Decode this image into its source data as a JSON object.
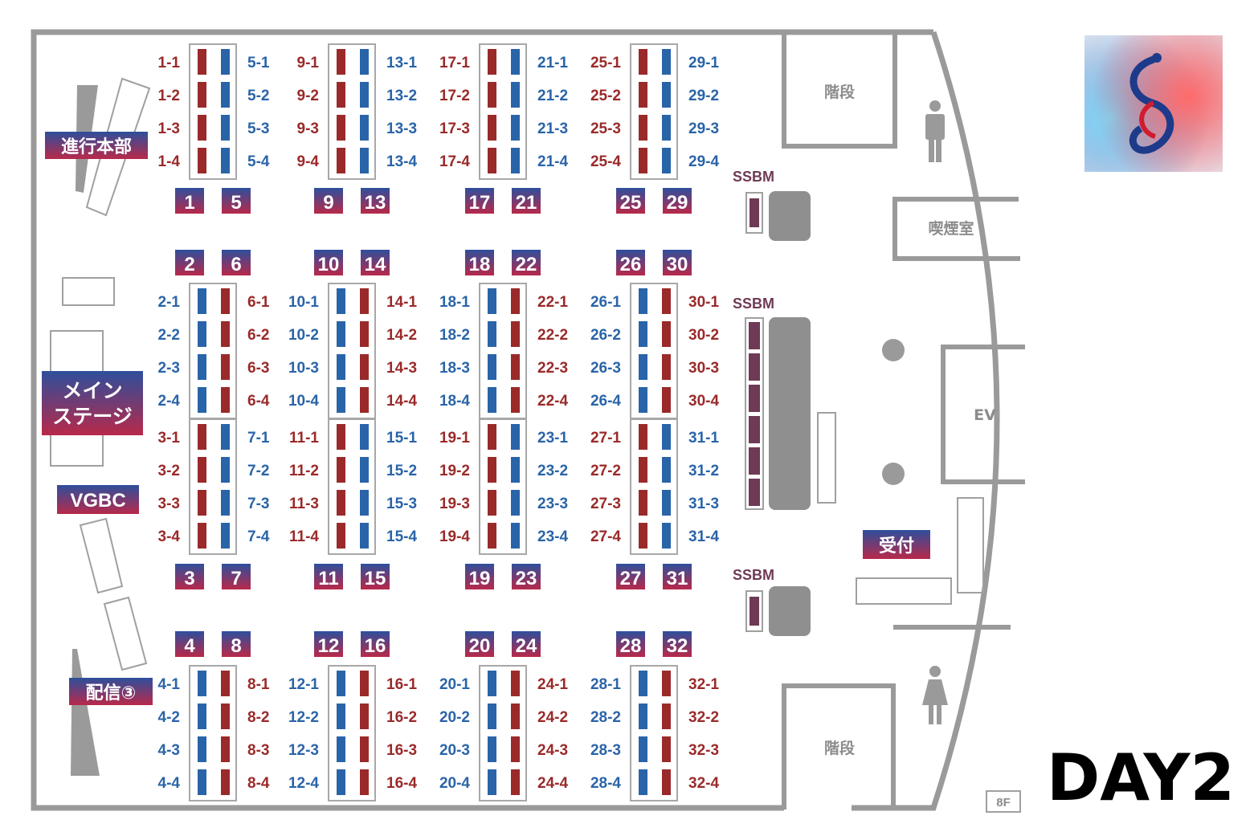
{
  "day_label": "DAY2",
  "floor_label": "8F",
  "colors": {
    "red": "#9a2a2a",
    "blue": "#2a64a8",
    "wall": "#9a9a9a",
    "badge_top": "#2e4f9c",
    "badge_bottom": "#b8294a"
  },
  "rooms": {
    "stairs_top": "階段",
    "stairs_bottom": "階段",
    "smoking": "喫煙室",
    "elevator": "EV"
  },
  "areas": {
    "progress_hq": "進行本部",
    "main_stage_line1": "メイン",
    "main_stage_line2": "ステージ",
    "vgbc": "VGBC",
    "stream3": "配信③",
    "reception": "受付"
  },
  "ssbm": {
    "label_1": "SSBM",
    "label_2": "SSBM",
    "label_3": "SSBM"
  },
  "icons": {
    "male_restroom": "male-restroom-icon",
    "female_restroom": "female-restroom-icon",
    "logo": "dragon-logo-icon"
  },
  "blocks": [
    {
      "left_badge": "1",
      "right_badge": "5",
      "left_color": "red",
      "right_color": "blue",
      "left": [
        "1-1",
        "1-2",
        "1-3",
        "1-4"
      ],
      "right": [
        "5-1",
        "5-2",
        "5-3",
        "5-4"
      ]
    },
    {
      "left_badge": "9",
      "right_badge": "13",
      "left_color": "red",
      "right_color": "blue",
      "left": [
        "9-1",
        "9-2",
        "9-3",
        "9-4"
      ],
      "right": [
        "13-1",
        "13-2",
        "13-3",
        "13-4"
      ]
    },
    {
      "left_badge": "17",
      "right_badge": "21",
      "left_color": "red",
      "right_color": "blue",
      "left": [
        "17-1",
        "17-2",
        "17-3",
        "17-4"
      ],
      "right": [
        "21-1",
        "21-2",
        "21-3",
        "21-4"
      ]
    },
    {
      "left_badge": "25",
      "right_badge": "29",
      "left_color": "red",
      "right_color": "blue",
      "left": [
        "25-1",
        "25-2",
        "25-3",
        "25-4"
      ],
      "right": [
        "29-1",
        "29-2",
        "29-3",
        "29-4"
      ]
    },
    {
      "left_badge": "2",
      "right_badge": "6",
      "left_color": "blue",
      "right_color": "red",
      "left": [
        "2-1",
        "2-2",
        "2-3",
        "2-4"
      ],
      "right": [
        "6-1",
        "6-2",
        "6-3",
        "6-4"
      ]
    },
    {
      "left_badge": "10",
      "right_badge": "14",
      "left_color": "blue",
      "right_color": "red",
      "left": [
        "10-1",
        "10-2",
        "10-3",
        "10-4"
      ],
      "right": [
        "14-1",
        "14-2",
        "14-3",
        "14-4"
      ]
    },
    {
      "left_badge": "18",
      "right_badge": "22",
      "left_color": "blue",
      "right_color": "red",
      "left": [
        "18-1",
        "18-2",
        "18-3",
        "18-4"
      ],
      "right": [
        "22-1",
        "22-2",
        "22-3",
        "22-4"
      ]
    },
    {
      "left_badge": "26",
      "right_badge": "30",
      "left_color": "blue",
      "right_color": "red",
      "left": [
        "26-1",
        "26-2",
        "26-3",
        "26-4"
      ],
      "right": [
        "30-1",
        "30-2",
        "30-3",
        "30-4"
      ]
    },
    {
      "left_badge": "3",
      "right_badge": "7",
      "left_color": "red",
      "right_color": "blue",
      "left": [
        "3-1",
        "3-2",
        "3-3",
        "3-4"
      ],
      "right": [
        "7-1",
        "7-2",
        "7-3",
        "7-4"
      ]
    },
    {
      "left_badge": "11",
      "right_badge": "15",
      "left_color": "red",
      "right_color": "blue",
      "left": [
        "11-1",
        "11-2",
        "11-3",
        "11-4"
      ],
      "right": [
        "15-1",
        "15-2",
        "15-3",
        "15-4"
      ]
    },
    {
      "left_badge": "19",
      "right_badge": "23",
      "left_color": "red",
      "right_color": "blue",
      "left": [
        "19-1",
        "19-2",
        "19-3",
        "19-4"
      ],
      "right": [
        "23-1",
        "23-2",
        "23-3",
        "23-4"
      ]
    },
    {
      "left_badge": "27",
      "right_badge": "31",
      "left_color": "red",
      "right_color": "blue",
      "left": [
        "27-1",
        "27-2",
        "27-3",
        "27-4"
      ],
      "right": [
        "31-1",
        "31-2",
        "31-3",
        "31-4"
      ]
    },
    {
      "left_badge": "4",
      "right_badge": "8",
      "left_color": "blue",
      "right_color": "red",
      "left": [
        "4-1",
        "4-2",
        "4-3",
        "4-4"
      ],
      "right": [
        "8-1",
        "8-2",
        "8-3",
        "8-4"
      ]
    },
    {
      "left_badge": "12",
      "right_badge": "16",
      "left_color": "blue",
      "right_color": "red",
      "left": [
        "12-1",
        "12-2",
        "12-3",
        "12-4"
      ],
      "right": [
        "16-1",
        "16-2",
        "16-3",
        "16-4"
      ]
    },
    {
      "left_badge": "20",
      "right_badge": "24",
      "left_color": "blue",
      "right_color": "red",
      "left": [
        "20-1",
        "20-2",
        "20-3",
        "20-4"
      ],
      "right": [
        "24-1",
        "24-2",
        "24-3",
        "24-4"
      ]
    },
    {
      "left_badge": "28",
      "right_badge": "32",
      "left_color": "blue",
      "right_color": "red",
      "left": [
        "28-1",
        "28-2",
        "28-3",
        "28-4"
      ],
      "right": [
        "32-1",
        "32-2",
        "32-3",
        "32-4"
      ]
    }
  ]
}
